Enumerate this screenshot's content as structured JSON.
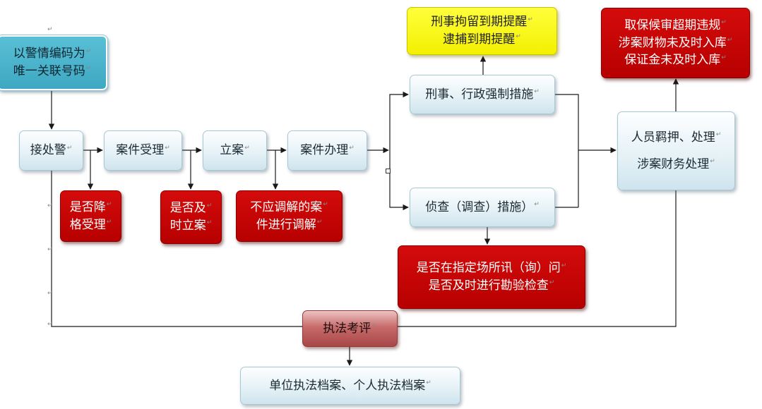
{
  "nodes": {
    "key_code": [
      "以警情编码为",
      "唯一关联号码"
    ],
    "receive_alarm": [
      "接处警"
    ],
    "case_accept": [
      "案件受理"
    ],
    "file_case": [
      "立案"
    ],
    "case_handle": [
      "案件办理"
    ],
    "criminal_admin_measures": [
      "刑事、行政强制措施"
    ],
    "investigation_measures": [
      "侦查（调查）措施）"
    ],
    "detention_alert": [
      "刑事拘留到期提醒",
      "逮捕到期提醒"
    ],
    "bail_alert": [
      "取保候审超期违规",
      "涉案财物未及时入库",
      "保证金未及时入库"
    ],
    "custody_property": [
      "人员羁押、处理",
      "涉案财务处理"
    ],
    "downgrade_check": [
      "是否降",
      "格受理"
    ],
    "timely_file_check": [
      "是否及",
      "时立案"
    ],
    "mediation_check": [
      "不应调解的案",
      "件进行调解"
    ],
    "interrogation_check": [
      "是否在指定场所讯（询）问",
      "是否及时进行勘验检查"
    ],
    "law_evaluation": [
      "执法考评"
    ],
    "archives": [
      "单位执法档案、个人执法档案"
    ]
  },
  "colors": {
    "line": "#1a1a1a",
    "light_box": "#e6f2f7",
    "red_box": "#c00000",
    "teal_box": "#4bb3cc",
    "yellow_box": "#ffff1a",
    "rose_box": "#c86b6b"
  }
}
